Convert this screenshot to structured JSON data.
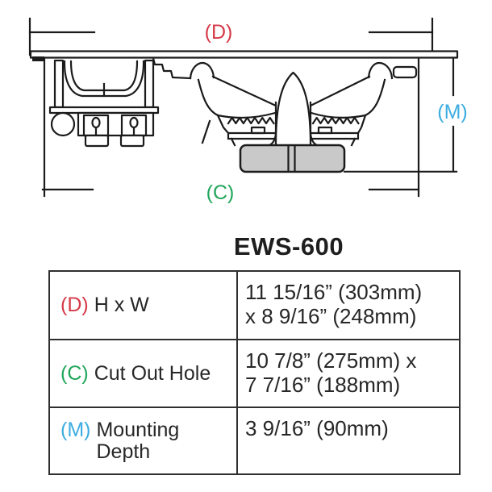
{
  "title": "EWS-600",
  "diagram": {
    "line_color": "#1b1b1b",
    "magnet_fill": "#c9c9c9",
    "dimension_labels": {
      "height_width": {
        "text": "(D)",
        "color": "#d63a48"
      },
      "cut_out": {
        "text": "(C)",
        "color": "#21a65b"
      },
      "mounting_depth": {
        "text": "(M)",
        "color": "#3dade0"
      }
    }
  },
  "table": {
    "border_color": "#2f2f2f",
    "rows": [
      {
        "key": "(D)",
        "key_color": "#d63a48",
        "label_lines": [
          "H x W"
        ],
        "value_lines": [
          "11 15/16” (303mm)",
          "x 8 9/16” (248mm)"
        ]
      },
      {
        "key": "(C)",
        "key_color": "#21a65b",
        "label_lines": [
          "Cut Out Hole"
        ],
        "value_lines": [
          "10 7/8” (275mm) x",
          "7 7/16” (188mm)"
        ]
      },
      {
        "key": "(M)",
        "key_color": "#3dade0",
        "label_lines": [
          "Mounting",
          "Depth"
        ],
        "value_lines": [
          "3 9/16” (90mm)"
        ]
      }
    ]
  }
}
